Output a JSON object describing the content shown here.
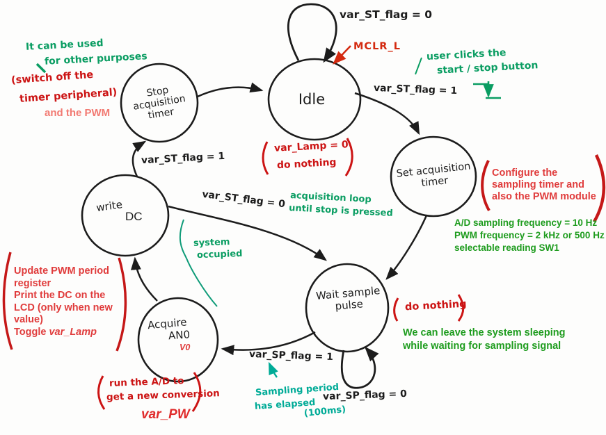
{
  "diagram_type": "hand-drawn finite state machine, PWM/ADC sampling firmware",
  "colors": {
    "ink": "#1c1c1c",
    "red_hand": "#cc1414",
    "red_typed": "#e03c3c",
    "red_light": "#f27a72",
    "green_hand": "#0a9d62",
    "green_typed": "#1e9c1e",
    "teal": "#00ab97"
  },
  "states": {
    "stop": {
      "lines": [
        "Stop",
        "acquisition",
        "timer"
      ]
    },
    "idle": {
      "label": "Idle"
    },
    "set": {
      "lines": [
        "Set acquisition",
        "timer"
      ]
    },
    "write": {
      "hand": "write",
      "typed": "DC"
    },
    "wait": {
      "lines": [
        "Wait sample",
        "pulse"
      ]
    },
    "acquire": {
      "lines": [
        "Acquire",
        "AN0"
      ],
      "annotation": "V0"
    }
  },
  "transitions": {
    "idle_self": "var_ST_flag = 0",
    "idle_to_set": "var_ST_flag = 1",
    "write_to_stop": "var_ST_flag = 1",
    "write_to_wait": "var_ST_flag = 0",
    "wait_to_acquire": "var_SP_flag = 1",
    "wait_self": "var_SP_flag = 0"
  },
  "annotations": {
    "mclr": "MCLR_L",
    "other_purposes": [
      "It can be used",
      "for other purposes"
    ],
    "user_clicks": [
      "user clicks the",
      "start / stop button"
    ],
    "switch_off": [
      "(switch off the",
      "timer peripheral)"
    ],
    "and_pwm": "and the PWM",
    "idle_action": [
      "var_Lamp = 0",
      "do nothing"
    ],
    "configure": [
      "Configure the",
      "sampling timer and",
      "also the PWM module"
    ],
    "frequencies": [
      "A/D sampling frequency = 10 Hz",
      "PWM frequency = 2 kHz or 500 Hz",
      "selectable reading SW1"
    ],
    "acq_loop": [
      "acquisition loop",
      "until stop is pressed"
    ],
    "system_occupied": [
      "system",
      "occupied"
    ],
    "update_block": [
      "Update PWM period",
      "register",
      "Print the DC on the",
      "LCD (only when new",
      "value)"
    ],
    "toggle_prefix": "Toggle ",
    "toggle_var": "var_Lamp",
    "do_nothing": "do nothing",
    "sleeping": [
      "We can leave the system sleeping",
      "while waiting for sampling signal"
    ],
    "run_ad": [
      "run the A/D to",
      "get a new conversion"
    ],
    "var_pw": "var_PW",
    "sampling_period": [
      "Sampling period",
      "has elapsed"
    ],
    "period_value": "(100ms)"
  }
}
